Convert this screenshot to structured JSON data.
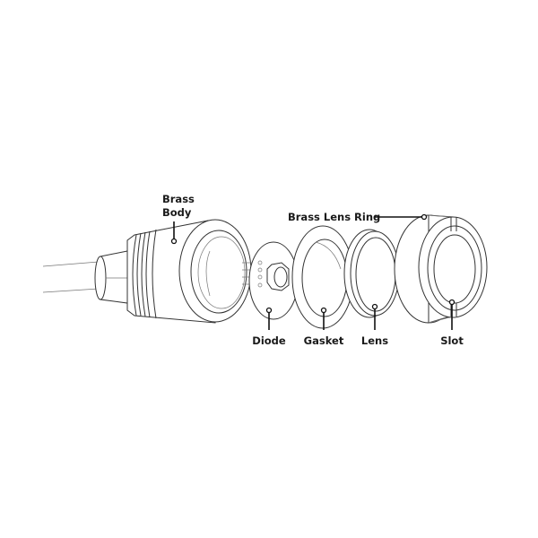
{
  "diagram": {
    "labels": {
      "brass_body_line1": "Brass",
      "brass_body_line2": "Body",
      "brass_lens_ring": "Brass Lens Ring",
      "diode": "Diode",
      "gasket": "Gasket",
      "lens": "Lens",
      "slot": "Slot"
    },
    "colors": {
      "line": "#333333",
      "text": "#1a1a1a",
      "background": "#ffffff"
    }
  }
}
